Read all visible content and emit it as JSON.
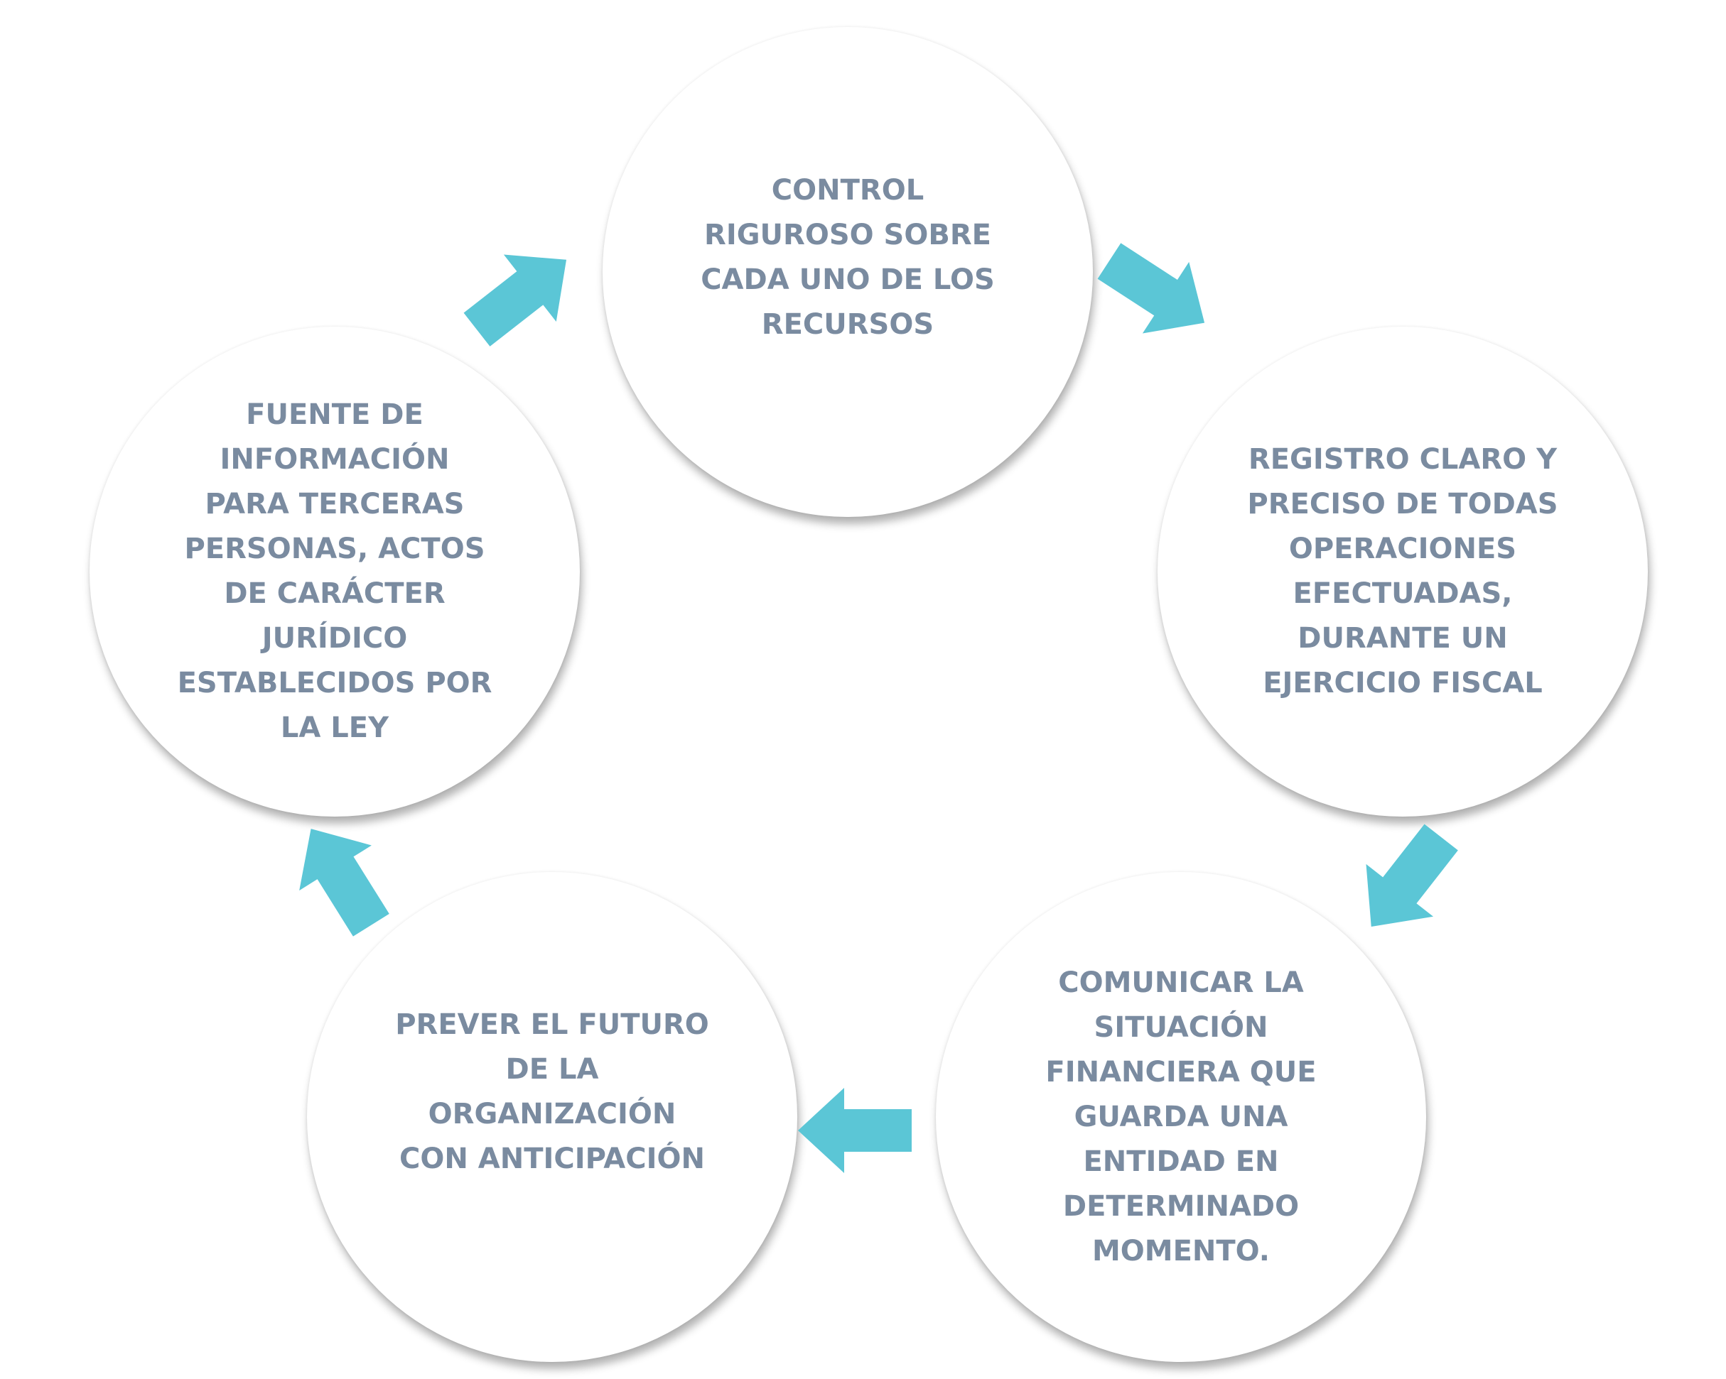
{
  "diagram": {
    "type": "cycle",
    "arrow_color": "#5bc6d6",
    "text_color": "#7a8ba0",
    "nodes": [
      {
        "id": "n1",
        "text": "CONTROL\nRIGUROSO SOBRE\nCADA UNO DE LOS\nRECURSOS"
      },
      {
        "id": "n2",
        "text": "REGISTRO CLARO Y\nPRECISO DE TODAS\nOPERACIONES\nEFECTUADAS,\nDURANTE UN\nEJERCICIO FISCAL"
      },
      {
        "id": "n3",
        "text": "COMUNICAR LA\nSITUACIÓN\nFINANCIERA QUE\nGUARDA UNA\nENTIDAD EN\nDETERMINADO\nMOMENTO."
      },
      {
        "id": "n4",
        "text": "PREVER EL FUTURO\nDE LA\nORGANIZACIÓN\nCON ANTICIPACIÓN"
      },
      {
        "id": "n5",
        "text": "FUENTE DE\nINFORMACIÓN\nPARA TERCERAS\nPERSONAS, ACTOS\nDE CARÁCTER\nJURÍDICO\nESTABLECIDOS POR\nLA LEY"
      }
    ],
    "edges": [
      {
        "from": "n1",
        "to": "n2"
      },
      {
        "from": "n2",
        "to": "n3"
      },
      {
        "from": "n3",
        "to": "n4"
      },
      {
        "from": "n4",
        "to": "n5"
      },
      {
        "from": "n5",
        "to": "n1"
      }
    ]
  }
}
